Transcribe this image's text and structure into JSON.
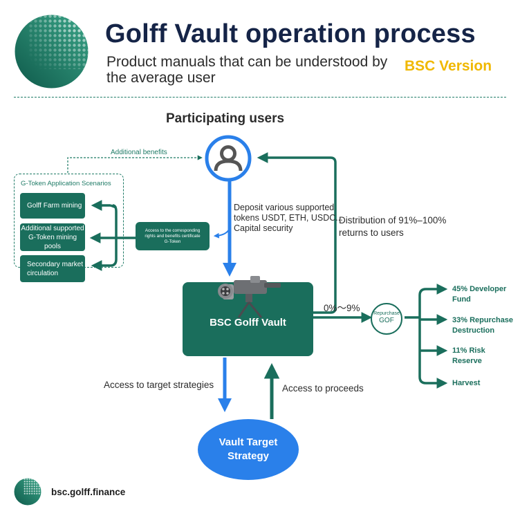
{
  "header": {
    "title": "Golff Vault operation process",
    "subtitle": "Product manuals that can be understood by the average user",
    "version": "BSC Version"
  },
  "section_title": "Participating users",
  "labels": {
    "additional_benefits": "Additional benefits",
    "scenarios_title": "G-Token Application Scenarios",
    "deposit": [
      "Deposit various supported",
      "tokens USDT, ETH, USDC...",
      "Capital security"
    ],
    "distribution": [
      "Distribution of 91%–100%",
      "returns to users"
    ],
    "rights_box": [
      "Access to the corresponding",
      "rights and benefits certificate",
      "G-Token"
    ],
    "percent_range": "0%～9%",
    "access_strategies": "Access to target strategies",
    "access_proceeds": "Access to proceeds"
  },
  "scenarios": [
    "Golff Farm mining",
    "Additional supported G-Token mining pools",
    "Secondary market circulation"
  ],
  "vault": {
    "label": "BSC Golff Vault"
  },
  "strategy": {
    "label": [
      "Vault Target",
      "Strategy"
    ]
  },
  "repurchase": {
    "top": "Repurchase",
    "bottom": "GOF"
  },
  "allocations": [
    "45% Developer Fund",
    "33% Repurchase Destruction",
    "11% Risk Reserve",
    "Harvest"
  ],
  "footer": {
    "domain": "bsc.golff.finance"
  },
  "colors": {
    "green": "#1a6e5c",
    "blue": "#2a80ea",
    "navy": "#152447",
    "gold": "#f0b800"
  },
  "icons": [
    "globe-logo-icon",
    "user-icon",
    "vault-gun-icon"
  ]
}
